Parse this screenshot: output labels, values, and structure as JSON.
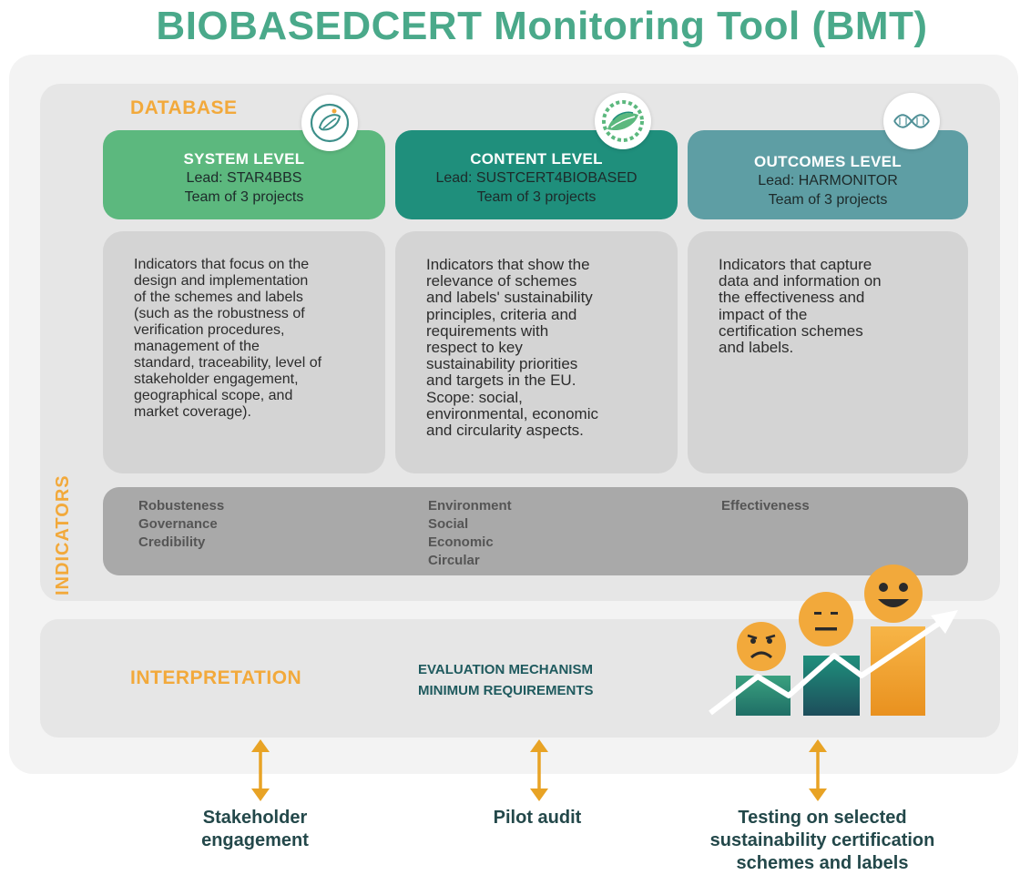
{
  "title": "BIOBASEDCERT Monitoring Tool (BMT)",
  "database_label": "DATABASE",
  "indicators_label": "INDICATORS",
  "levels": [
    {
      "title": "SYSTEM LEVEL",
      "lead": "Lead: STAR4BBS",
      "team": "Team of 3 projects",
      "color": "#5cb87e"
    },
    {
      "title": "CONTENT LEVEL",
      "lead": "Lead: SUSTCERT4BIOBASED",
      "team": "Team of 3 projects",
      "color": "#1f8f7c"
    },
    {
      "title": "OUTCOMES LEVEL",
      "lead": "Lead: HARMONITOR",
      "team": "Team of 3 projects",
      "color": "#5e9ea4"
    }
  ],
  "descriptions": [
    [
      "Indicators that focus on the",
      "design and implementation",
      "of the schemes and labels",
      "(such as the robustness of",
      "verification procedures,",
      "management of the",
      "standard, traceability, level of",
      "stakeholder engagement,",
      "geographical scope, and",
      "market coverage)."
    ],
    [
      "Indicators that show the",
      "relevance of schemes",
      "and labels' sustainability",
      "principles, criteria and",
      "requirements with",
      "respect to key",
      "sustainability priorities",
      "and targets in the EU.",
      "Scope: social,",
      "environmental, economic",
      "and circularity aspects."
    ],
    [
      "Indicators that capture",
      "data and information on",
      "the effectiveness and",
      "impact of the",
      "certification schemes",
      "and labels."
    ]
  ],
  "indicator_groups": [
    [
      "Robusteness",
      "Governance",
      "Credibility"
    ],
    [
      "Environment",
      "Social",
      "Economic",
      "Circular"
    ],
    [
      "Effectiveness"
    ]
  ],
  "interpretation_label": "INTERPRETATION",
  "evaluation": [
    "EVALUATION MECHANISM",
    "MINIMUM REQUIREMENTS"
  ],
  "bottom_labels": [
    [
      "Stakeholder",
      "engagement"
    ],
    [
      "Pilot audit"
    ],
    [
      "Testing on selected",
      "sustainability certification",
      "schemes and labels"
    ]
  ],
  "colors": {
    "accent_orange": "#f2a93b",
    "title_green": "#4aa98a",
    "arrow": "#e8a325"
  },
  "icons": [
    "leaf-circle-icon",
    "gear-leaf-icon",
    "dna-icon",
    "sad-face-icon",
    "neutral-face-icon",
    "happy-face-icon",
    "growth-arrow-icon"
  ]
}
